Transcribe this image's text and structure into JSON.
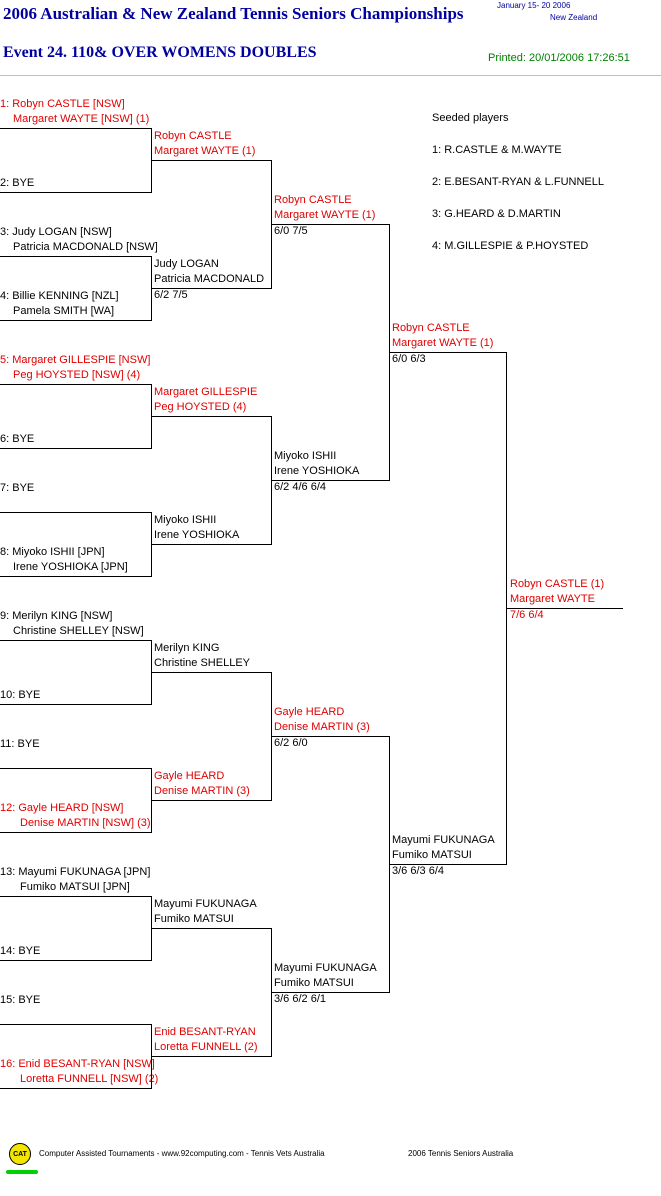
{
  "header": {
    "title": "2006 Australian & New Zealand Tennis Seniors Championships",
    "dates": "January   15- 20 2006",
    "country": "New Zealand",
    "event": "Event 24. 110& OVER WOMENS DOUBLES",
    "printed": "Printed: 20/01/2006 17:26:51"
  },
  "seeds": {
    "heading": "Seeded players",
    "list": [
      "1: R.CASTLE & M.WAYTE",
      "2: E.BESANT-RYAN & L.FUNNELL",
      "3: G.HEARD & D.MARTIN",
      "4: M.GILLESPIE & P.HOYSTED"
    ]
  },
  "round1": [
    {
      "l1": "1: Robyn CASTLE [NSW]",
      "l2": "Margaret WAYTE [NSW] (1)",
      "red": true
    },
    {
      "l1": "2: BYE",
      "l2": "",
      "red": false
    },
    {
      "l1": "3: Judy LOGAN [NSW]",
      "l2": "Patricia MACDONALD [NSW]",
      "red": false
    },
    {
      "l1": "4: Billie KENNING [NZL]",
      "l2": "Pamela SMITH [WA]",
      "red": false
    },
    {
      "l1": "5: Margaret GILLESPIE [NSW]",
      "l2": "Peg HOYSTED [NSW] (4)",
      "red": true
    },
    {
      "l1": "6: BYE",
      "l2": "",
      "red": false
    },
    {
      "l1": "7: BYE",
      "l2": "",
      "red": false
    },
    {
      "l1": "8: Miyoko ISHII [JPN]",
      "l2": "Irene YOSHIOKA [JPN]",
      "red": false
    },
    {
      "l1": "9: Merilyn KING [NSW]",
      "l2": "Christine SHELLEY [NSW]",
      "red": false
    },
    {
      "l1": "10: BYE",
      "l2": "",
      "red": false
    },
    {
      "l1": "11: BYE",
      "l2": "",
      "red": false
    },
    {
      "l1": "12: Gayle HEARD [NSW]",
      "l2": "Denise MARTIN [NSW] (3)",
      "red": true
    },
    {
      "l1": "13: Mayumi FUKUNAGA [JPN]",
      "l2": "Fumiko MATSUI [JPN]",
      "red": false
    },
    {
      "l1": "14: BYE",
      "l2": "",
      "red": false
    },
    {
      "l1": "15: BYE",
      "l2": "",
      "red": false
    },
    {
      "l1": "16: Enid BESANT-RYAN [NSW]",
      "l2": "Loretta FUNNELL [NSW] (2)",
      "red": true
    }
  ],
  "round2": [
    {
      "l1": "Robyn CASTLE",
      "l2": "Margaret WAYTE (1)",
      "score": "",
      "red": true
    },
    {
      "l1": "Judy LOGAN",
      "l2": "Patricia MACDONALD",
      "score": "6/2 7/5",
      "red": false
    },
    {
      "l1": "Margaret GILLESPIE",
      "l2": "Peg HOYSTED (4)",
      "score": "",
      "red": true
    },
    {
      "l1": "Miyoko ISHII",
      "l2": "Irene YOSHIOKA",
      "score": "",
      "red": false
    },
    {
      "l1": "Merilyn KING",
      "l2": "Christine SHELLEY",
      "score": "",
      "red": false
    },
    {
      "l1": "Gayle HEARD",
      "l2": "Denise MARTIN (3)",
      "score": "",
      "red": true
    },
    {
      "l1": "Mayumi FUKUNAGA",
      "l2": "Fumiko MATSUI",
      "score": "",
      "red": false
    },
    {
      "l1": "Enid BESANT-RYAN",
      "l2": "Loretta FUNNELL (2)",
      "score": "",
      "red": true
    }
  ],
  "round3": [
    {
      "l1": "Robyn CASTLE",
      "l2": "Margaret WAYTE (1)",
      "score": "6/0 7/5",
      "red": true
    },
    {
      "l1": "Miyoko ISHII",
      "l2": "Irene YOSHIOKA",
      "score": "6/2 4/6 6/4",
      "red": false
    },
    {
      "l1": "Gayle HEARD",
      "l2": "Denise MARTIN (3)",
      "score": "6/2 6/0",
      "red": true
    },
    {
      "l1": "Mayumi FUKUNAGA",
      "l2": "Fumiko MATSUI",
      "score": "3/6 6/2 6/1",
      "red": false
    }
  ],
  "round4": [
    {
      "l1": "Robyn CASTLE",
      "l2": "Margaret WAYTE (1)",
      "score": "6/0 6/3",
      "red": true
    },
    {
      "l1": "Mayumi FUKUNAGA",
      "l2": "Fumiko MATSUI",
      "score": "3/6 6/3 6/4",
      "red": false
    }
  ],
  "final": {
    "l1": "Robyn CASTLE (1)",
    "l2": "Margaret WAYTE",
    "score": "7/6 6/4",
    "red": true
  },
  "footer": {
    "logo": "CAT",
    "credit": "Computer Assisted Tournaments - www.92computing.com -  Tennis Vets Australia",
    "event_name": "2006 Tennis Seniors Australia"
  }
}
